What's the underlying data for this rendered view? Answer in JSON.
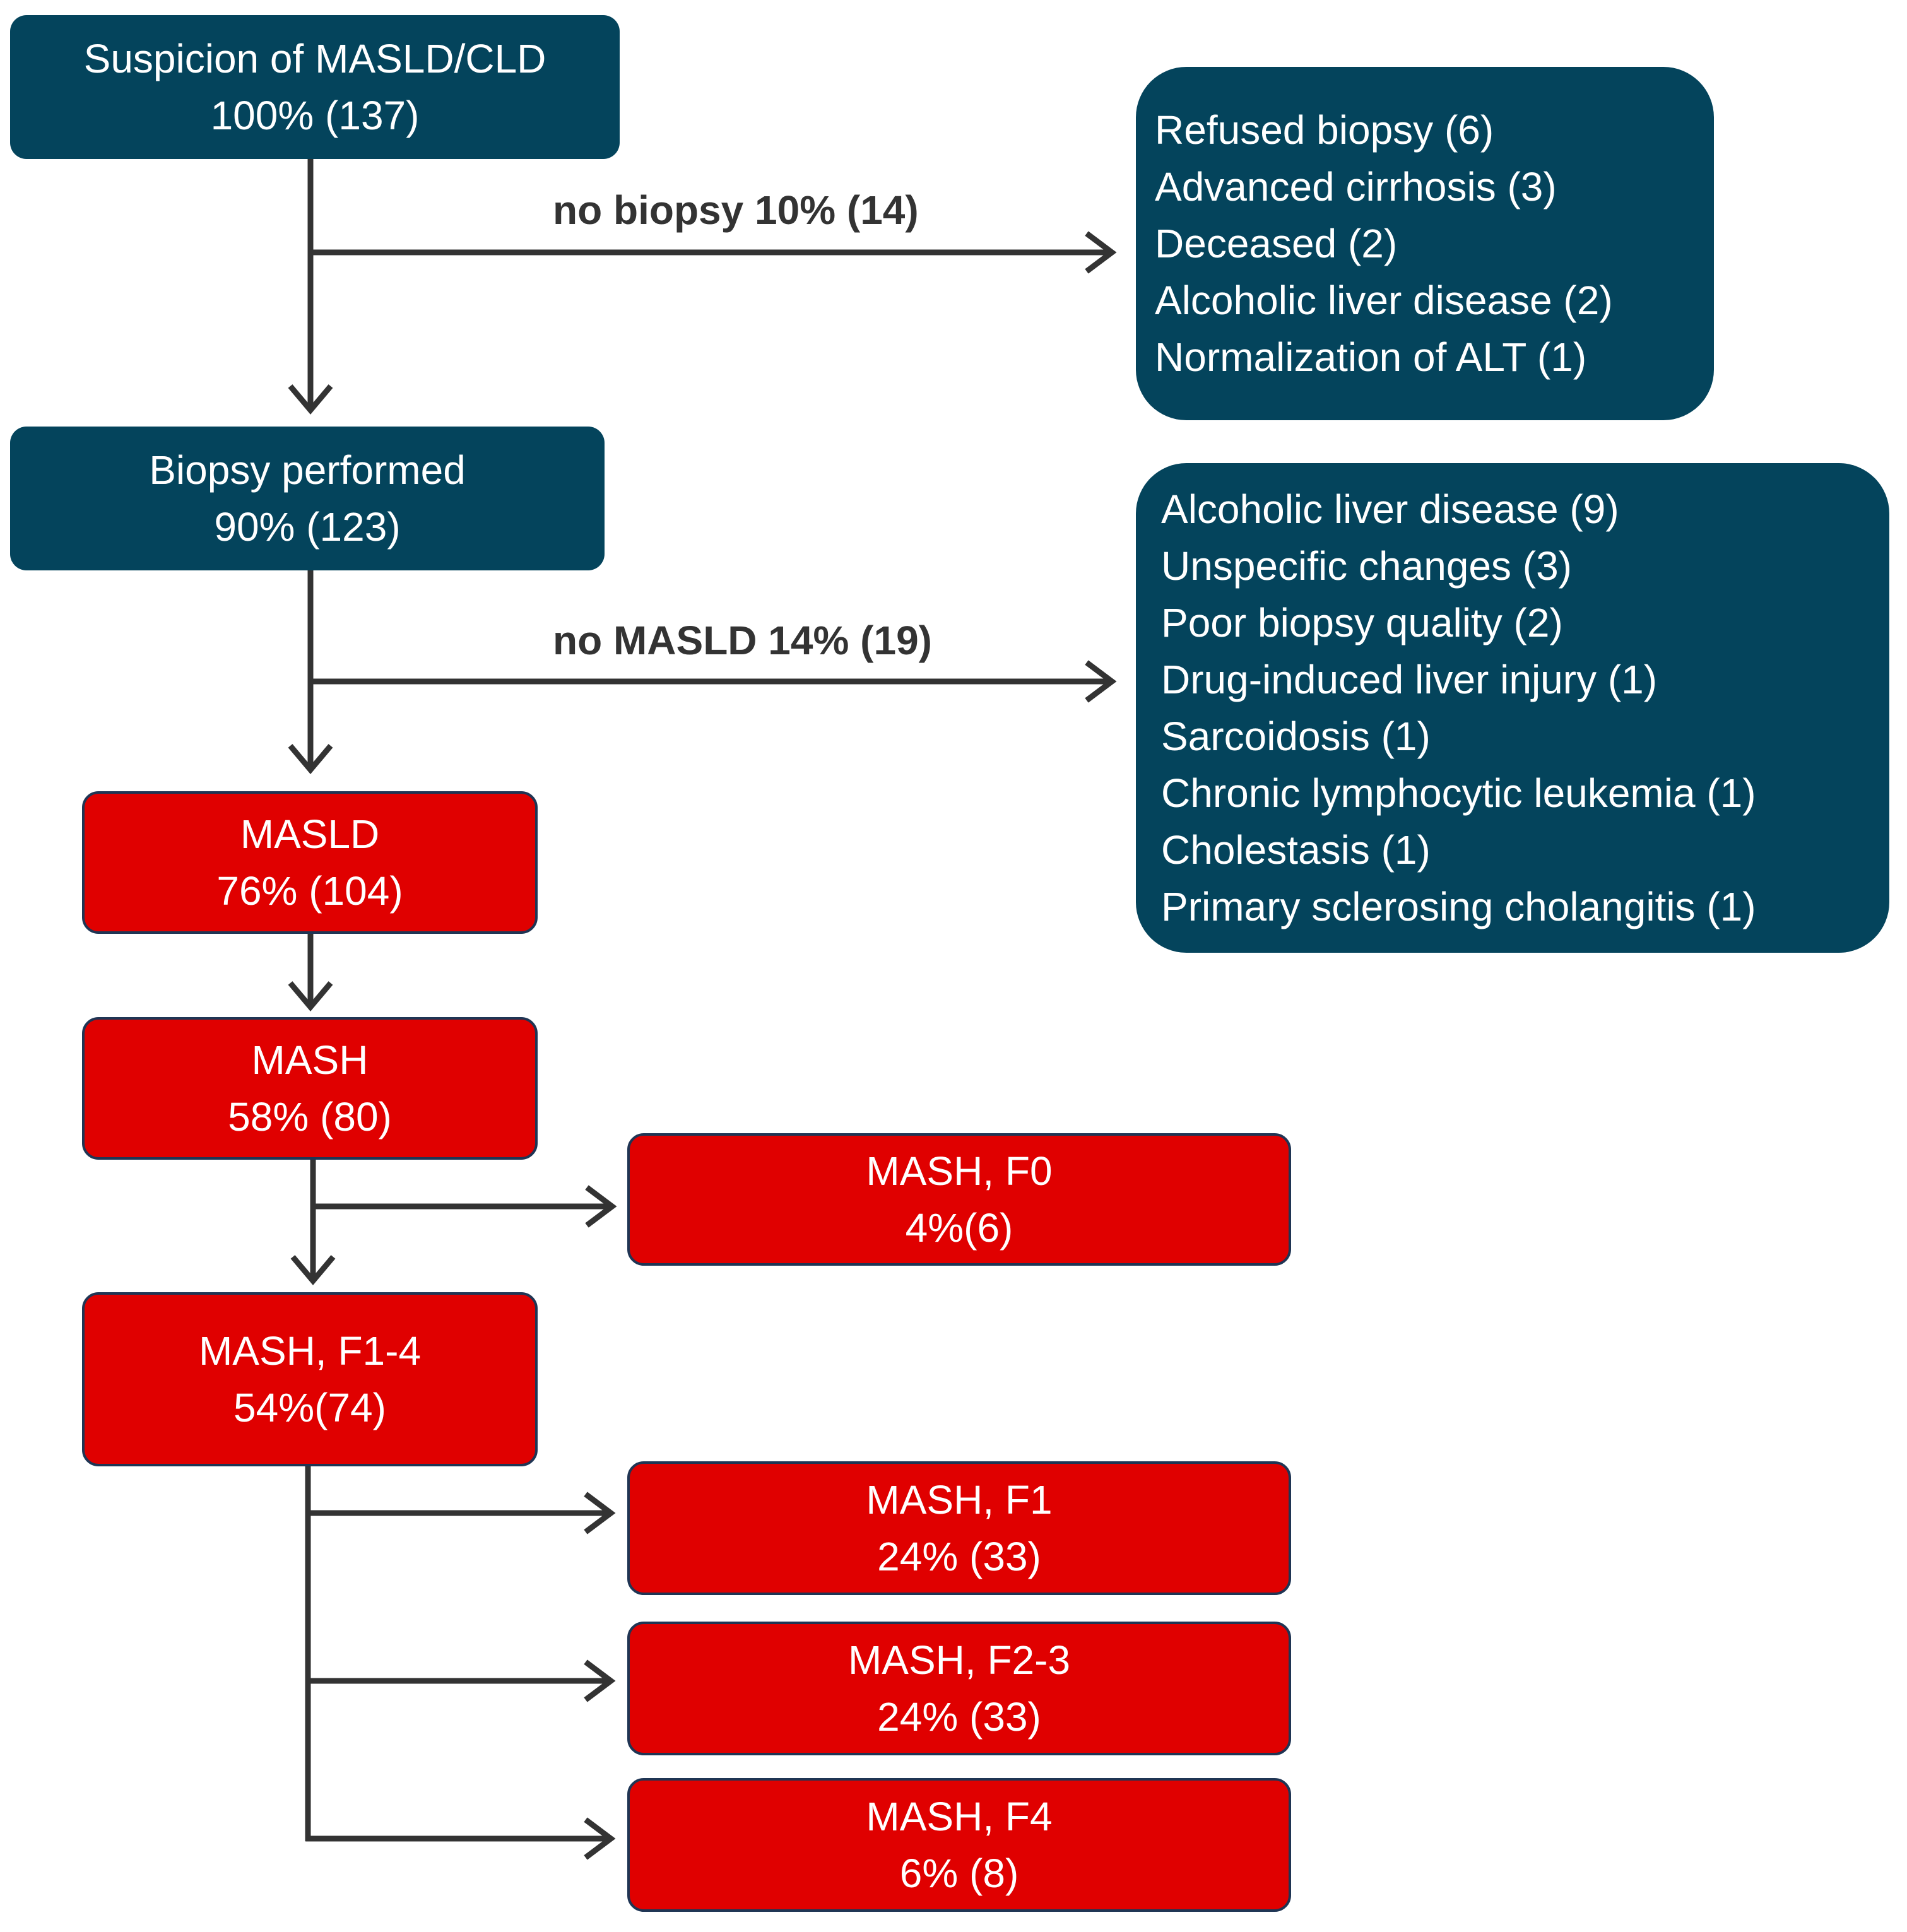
{
  "flowchart": {
    "suspicion": {
      "title": "Suspicion of MASLD/CLD",
      "value": "100% (137)"
    },
    "no_biopsy_label": "no biopsy 10% (14)",
    "no_biopsy_reasons": [
      "Refused biopsy (6)",
      "Advanced cirrhosis (3)",
      "Deceased (2)",
      "Alcoholic liver disease (2)",
      "Normalization of ALT (1)"
    ],
    "biopsy": {
      "title": "Biopsy performed",
      "value": "90% (123)"
    },
    "no_masld_label": "no MASLD 14% (19)",
    "no_masld_reasons": [
      "Alcoholic liver disease (9)",
      "Unspecific changes (3)",
      "Poor biopsy quality (2)",
      "Drug-induced liver injury (1)",
      "Sarcoidosis (1)",
      "Chronic lymphocytic leukemia (1)",
      "Cholestasis (1)",
      "Primary sclerosing cholangitis (1)"
    ],
    "masld": {
      "title": "MASLD",
      "value": "76% (104)"
    },
    "mash": {
      "title": "MASH",
      "value": "58% (80)"
    },
    "mash_f0": {
      "title": "MASH, F0",
      "value": "4%(6)"
    },
    "mash_f1_4": {
      "title": "MASH, F1-4",
      "value": "54%(74)"
    },
    "mash_f1": {
      "title": "MASH, F1",
      "value": "24% (33)"
    },
    "mash_f2_3": {
      "title": "MASH, F2-3",
      "value": "24% (33)"
    },
    "mash_f4": {
      "title": "MASH, F4",
      "value": "6% (8)"
    }
  },
  "colors": {
    "teal_box": "#04445c",
    "red_box": "#e00000",
    "red_border": "#1f3554",
    "arrow": "#333333",
    "text_on_box": "#ffffff"
  }
}
